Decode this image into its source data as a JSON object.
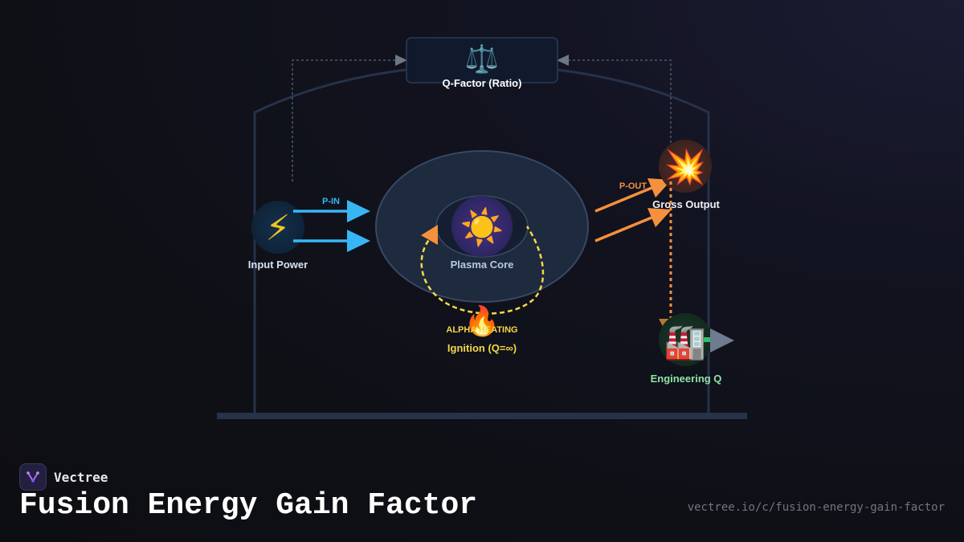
{
  "diagram": {
    "qfactor_label": "Q-Factor (Ratio)",
    "qfactor_icon": "⚖️",
    "input_label": "Input Power",
    "input_icon": "⚡",
    "pin_label": "P-IN",
    "plasma_label": "Plasma Core",
    "plasma_icon": "☀️",
    "pout_label": "P-OUT",
    "gross_label": "Gross Output",
    "gross_icon": "💥",
    "alpha_label": "ALPHA HEATING",
    "fire_icon": "🔥",
    "ignition_label": "Ignition (Q=∞)",
    "engq_label": "Engineering Q",
    "factory_icon": "🏭"
  },
  "colors": {
    "input_blue": "#38b6f4",
    "output_orange": "#f5903c",
    "alpha_yellow": "#f5d84a",
    "engq_green": "#8fe3a8"
  },
  "footer": {
    "brand": "Vectree",
    "title": "Fusion Energy Gain Factor",
    "url": "vectree.io/c/fusion-energy-gain-factor"
  }
}
